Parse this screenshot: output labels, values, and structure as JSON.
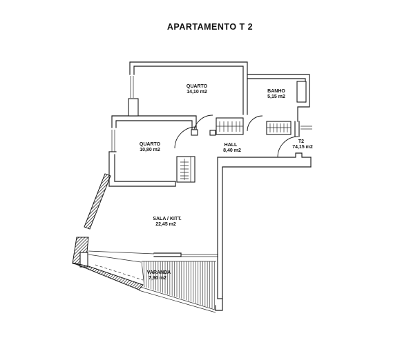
{
  "title": "APARTAMENTO T 2",
  "rooms": {
    "quarto1": {
      "name": "QUARTO",
      "area": "14,10 m2"
    },
    "banho": {
      "name": "BANHO",
      "area": "5,15 m2"
    },
    "quarto2": {
      "name": "QUARTO",
      "area": "10,80 m2"
    },
    "hall": {
      "name": "HALL",
      "area": "8,40 m2"
    },
    "t2": {
      "name": "T2",
      "area": "74,15 m2"
    },
    "sala": {
      "name": "SALA / KITT.",
      "area": "22,45 m2"
    },
    "varanda": {
      "name": "VARANDA",
      "area": "7,90 m2"
    }
  },
  "colors": {
    "ink": "#1a1a1a",
    "paper": "#ffffff"
  }
}
